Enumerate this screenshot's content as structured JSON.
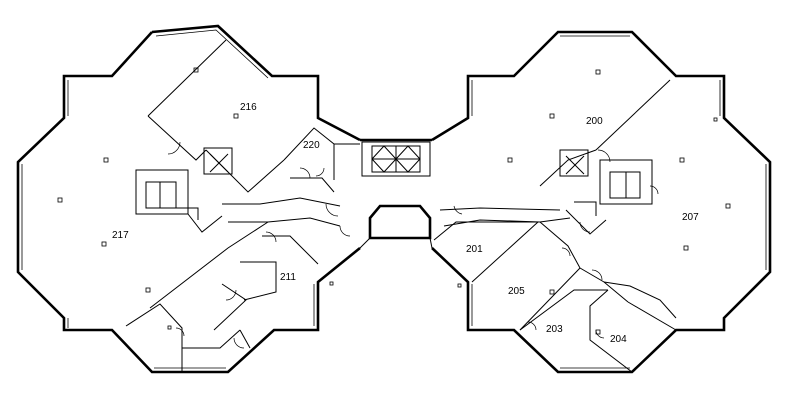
{
  "rooms": [
    {
      "id": "200",
      "label": "200"
    },
    {
      "id": "201",
      "label": "201"
    },
    {
      "id": "203",
      "label": "203"
    },
    {
      "id": "204",
      "label": "204"
    },
    {
      "id": "205",
      "label": "205"
    },
    {
      "id": "207",
      "label": "207"
    },
    {
      "id": "211",
      "label": "211"
    },
    {
      "id": "216",
      "label": "216"
    },
    {
      "id": "217",
      "label": "217"
    },
    {
      "id": "220",
      "label": "220"
    }
  ]
}
